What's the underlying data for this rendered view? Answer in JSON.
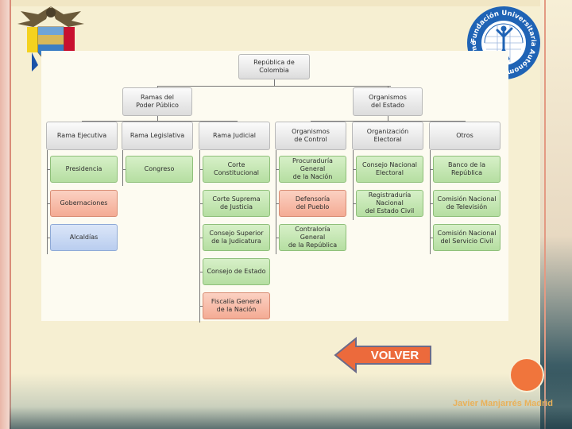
{
  "chart": {
    "root": "República de Colombia",
    "branches": [
      "Ramas del\nPoder Público",
      "Organismos\ndel Estado"
    ],
    "columns": [
      {
        "title": "Rama Ejecutiva",
        "items": [
          {
            "label": "Presidencia",
            "color": "green"
          },
          {
            "label": "Gobernaciones",
            "color": "orange"
          },
          {
            "label": "Alcaldías",
            "color": "blue"
          }
        ]
      },
      {
        "title": "Rama Legislativa",
        "items": [
          {
            "label": "Congreso",
            "color": "green"
          }
        ]
      },
      {
        "title": "Rama Judicial",
        "items": [
          {
            "label": "Corte Constitucional",
            "color": "green"
          },
          {
            "label": "Corte Suprema\nde Justicia",
            "color": "green"
          },
          {
            "label": "Consejo Superior\nde la Judicatura",
            "color": "green"
          },
          {
            "label": "Consejo de Estado",
            "color": "green"
          },
          {
            "label": "Fiscalía General\nde la Nación",
            "color": "orange"
          }
        ]
      },
      {
        "title": "Organismos\nde Control",
        "items": [
          {
            "label": "Procuraduría General\nde la Nación",
            "color": "green"
          },
          {
            "label": "Defensoría\ndel Pueblo",
            "color": "orange"
          },
          {
            "label": "Contraloría General\nde la República",
            "color": "green"
          }
        ]
      },
      {
        "title": "Organización\nElectoral",
        "items": [
          {
            "label": "Consejo Nacional\nElectoral",
            "color": "green"
          },
          {
            "label": "Registraduría Nacional\ndel Estado Civil",
            "color": "green"
          }
        ]
      },
      {
        "title": "Otros",
        "items": [
          {
            "label": "Banco de la República",
            "color": "green"
          },
          {
            "label": "Comisión Nacional\nde Televisión",
            "color": "green"
          },
          {
            "label": "Comisión Nacional\ndel Servicio Civil",
            "color": "green"
          }
        ]
      }
    ]
  },
  "seal_text": "Fundación Universitaria Autónoma de las Américas",
  "volver_label": "VOLVER",
  "author": "Javier Manjarrés Madrid",
  "colors": {
    "accent": "#f0753c",
    "arrow_fill": "#ec6a3c",
    "author": "#e9b15a"
  }
}
